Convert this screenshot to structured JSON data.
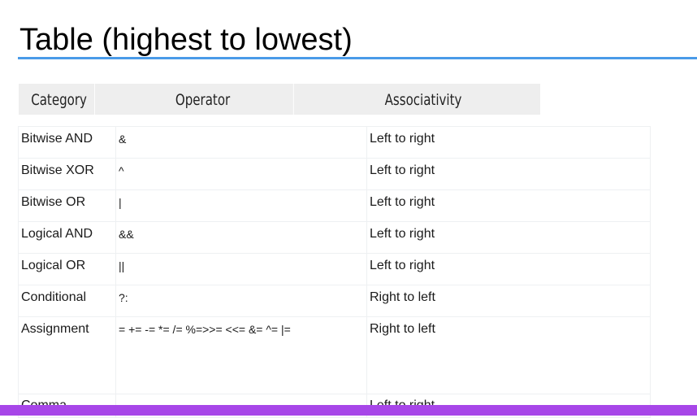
{
  "slide": {
    "title": "Table (highest to lowest)"
  },
  "table": {
    "headers": {
      "category": "Category",
      "operator": "Operator",
      "associativity": "Associativity"
    },
    "rows": [
      {
        "category": "Bitwise AND",
        "operator": "&",
        "associativity": "Left to right"
      },
      {
        "category": "Bitwise XOR",
        "operator": "^",
        "associativity": "Left to right"
      },
      {
        "category": "Bitwise OR",
        "operator": "|",
        "associativity": "Left to right"
      },
      {
        "category": "Logical AND",
        "operator": "&&",
        "associativity": "Left to right"
      },
      {
        "category": "Logical OR",
        "operator": "||",
        "associativity": "Left to right"
      },
      {
        "category": "Conditional",
        "operator": "?:",
        "associativity": "Right to left"
      },
      {
        "category": "Assignment",
        "operator": "= += -= *= /= %=>>= <<= &= ^= |=",
        "associativity": "Right to left"
      },
      {
        "category": "Comma",
        "operator": ",",
        "associativity": "Left to right"
      }
    ]
  },
  "colors": {
    "title_rule": "#4a9be8",
    "header_background": "#eeeeee",
    "bottom_bar": "#a746e8"
  }
}
